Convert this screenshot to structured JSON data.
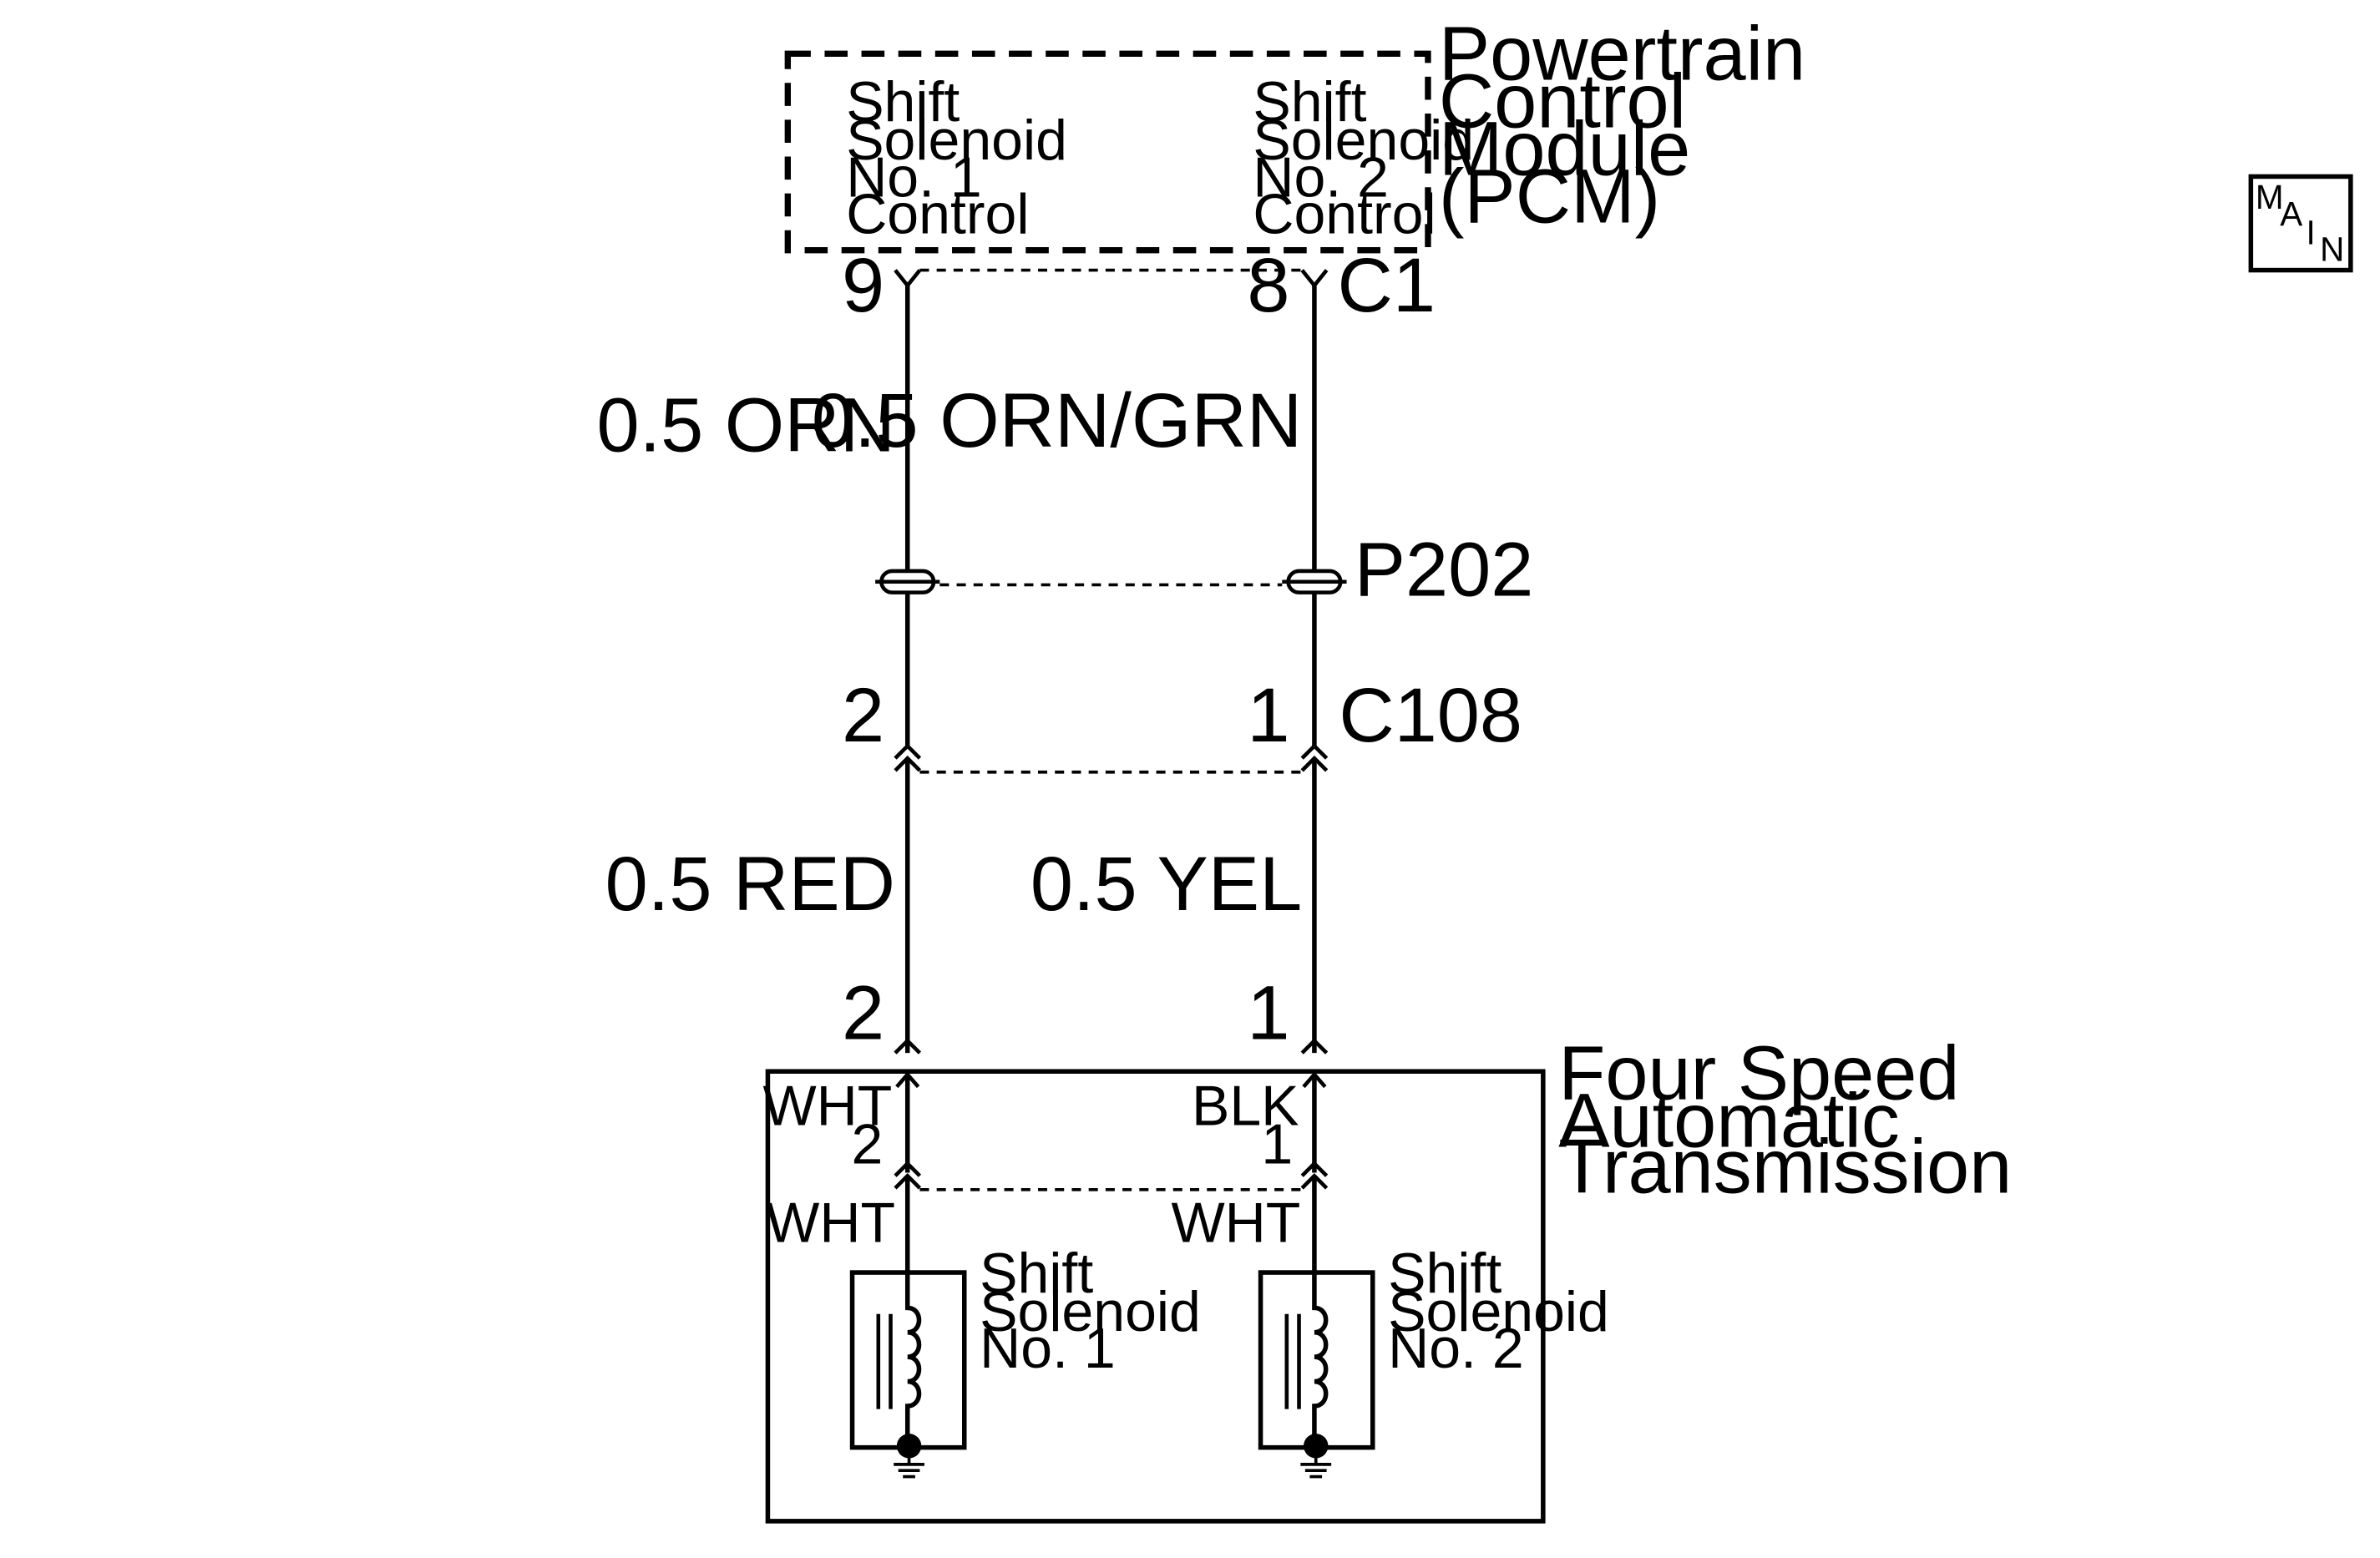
{
  "pcm": {
    "name_lines": [
      "Powertrain",
      "Control",
      "Module",
      "(PCM)"
    ],
    "sol1_control_lines": [
      "Shift",
      "Solenoid",
      "No. 1",
      "Control"
    ],
    "sol2_control_lines": [
      "Shift",
      "Solenoid",
      "No. 2",
      "Control"
    ]
  },
  "connectors": {
    "c1": {
      "name": "C1",
      "pin_left": "9",
      "pin_right": "8"
    },
    "p202": {
      "name": "P202"
    },
    "c108": {
      "name": "C108",
      "pin_left": "2",
      "pin_right": "1"
    },
    "trans": {
      "pin_left": "2",
      "pin_right": "1"
    },
    "internal": {
      "pin_left": "2",
      "pin_right": "1"
    }
  },
  "wires": {
    "upper_left": "0.5 ORN",
    "upper_right": "0.5 ORN/GRN",
    "lower_left": "0.5 RED",
    "lower_right": "0.5 YEL",
    "internal_top_left": "WHT",
    "internal_top_right": "BLK",
    "internal_bottom_left": "WHT",
    "internal_bottom_right": "WHT"
  },
  "transmission": {
    "name_lines": [
      "Four Speed",
      "Automatic",
      "Transmission"
    ]
  },
  "solenoids": {
    "sol1_lines": [
      "Shift",
      "Solenoid",
      "No. 1"
    ],
    "sol2_lines": [
      "Shift",
      "Solenoid",
      "No. 2"
    ]
  },
  "main_badge": {
    "letters": [
      "M",
      "A",
      "I",
      "N"
    ]
  }
}
